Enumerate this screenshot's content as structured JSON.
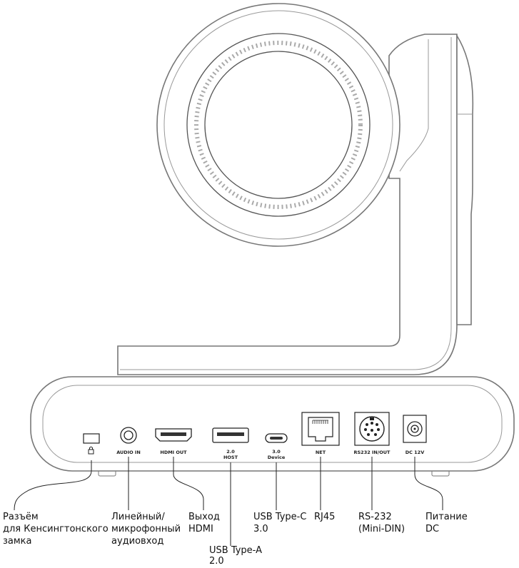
{
  "ports": {
    "audio_in": "AUDIO IN",
    "hdmi_out": "HDMI OUT",
    "usb_host_1": "2.0",
    "usb_host_2": "HOST",
    "usb_dev_1": "3.0",
    "usb_dev_2": "Device",
    "net": "NET",
    "rs232": "RS232 IN/OUT",
    "dc": "DC 12V"
  },
  "callouts": {
    "kensington": [
      "Разъём",
      "для Кенсингтонского",
      "замка"
    ],
    "audio": [
      "Линейный/",
      "микрофонный",
      "аудиовход"
    ],
    "hdmi": [
      "Выход",
      "HDMI"
    ],
    "usba": [
      "USB Type-A",
      "2.0"
    ],
    "usbc": [
      "USB Type-C",
      "3.0"
    ],
    "rj45": [
      "RJ45"
    ],
    "rs232": [
      "RS-232",
      "(Mini-DIN)"
    ],
    "dc": [
      "Питание",
      "DC"
    ]
  },
  "icons": [
    "lock-icon",
    "audio-jack-icon",
    "hdmi-port-icon",
    "usb-a-port-icon",
    "usb-c-port-icon",
    "rj45-port-icon",
    "mini-din-port-icon",
    "dc-power-port-icon"
  ]
}
